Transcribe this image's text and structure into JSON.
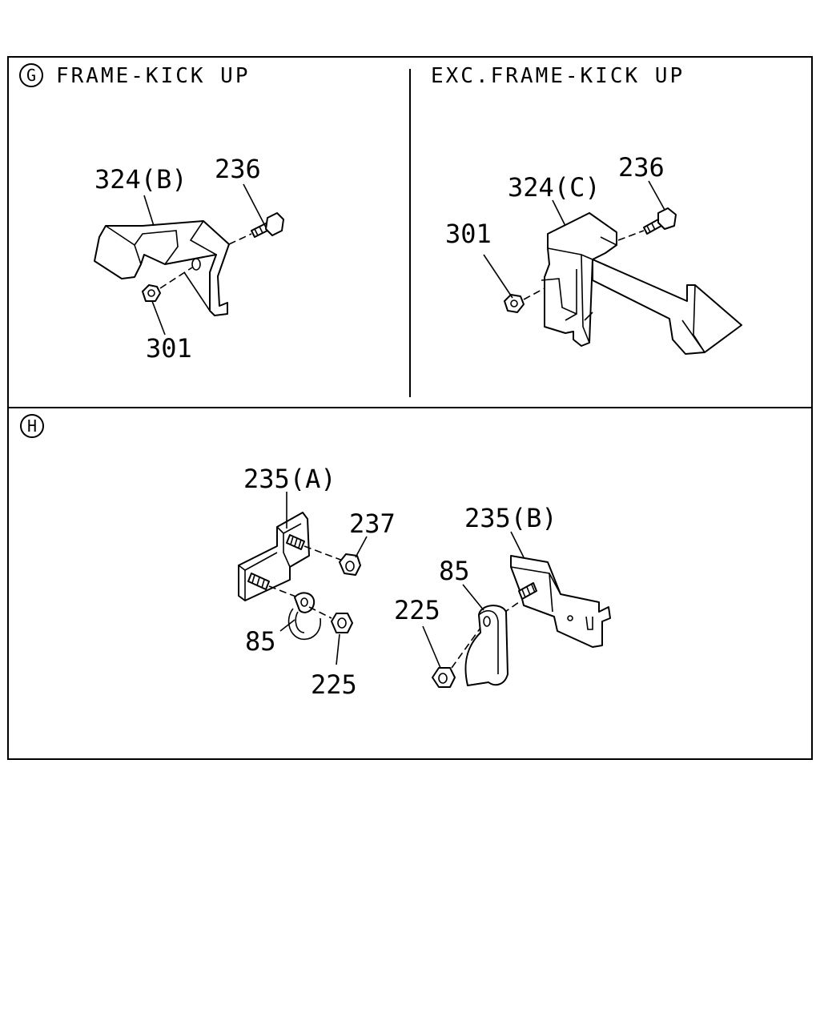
{
  "sections": {
    "g": {
      "marker": "G",
      "title": "FRAME-KICK UP",
      "labels": {
        "bracket": "324(B)",
        "bolt": "236",
        "nut": "301"
      }
    },
    "exc": {
      "title": "EXC.FRAME-KICK UP",
      "labels": {
        "bracket": "324(C)",
        "bolt": "236",
        "nut": "301"
      }
    },
    "h": {
      "marker": "H",
      "labels": {
        "bracket_a": "235(A)",
        "nut_237": "237",
        "clip_a": "85",
        "nut_a": "225",
        "bracket_b": "235(B)",
        "clip_b": "85",
        "nut_b": "225"
      }
    }
  }
}
